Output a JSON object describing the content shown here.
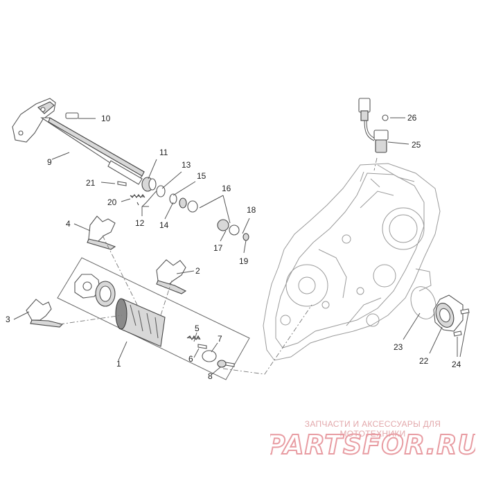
{
  "diagram": {
    "callouts": [
      "1",
      "2",
      "3",
      "4",
      "5",
      "6",
      "7",
      "8",
      "9",
      "10",
      "11",
      "12",
      "13",
      "14",
      "15",
      "16",
      "17",
      "18",
      "19",
      "20",
      "21",
      "22",
      "23",
      "24",
      "25",
      "26"
    ]
  },
  "watermark": {
    "tagline": "ЗАПЧАСТИ И АКСЕССУАРЫ ДЛЯ МОТОТЕХНИКИ",
    "logo": "PARTSFOR.RU",
    "color": "#e89ca2"
  }
}
